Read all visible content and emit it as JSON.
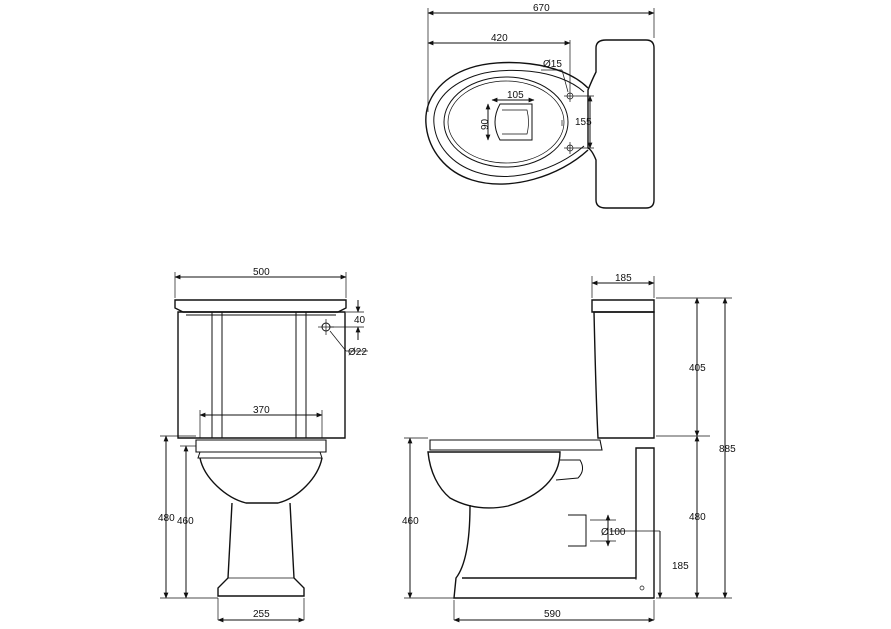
{
  "dimensions": {
    "top_overall": "670",
    "top_bowl": "420",
    "top_hole_dia": "Ø15",
    "top_outlet_w": "105",
    "top_outlet_h": "90",
    "top_hole_spacing": "155",
    "front_cistern_w": "500",
    "front_inlet_h": "40",
    "front_inlet_dia": "Ø22",
    "front_seat_w": "370",
    "front_height_480": "480",
    "front_height_460": "460",
    "front_base_w": "255",
    "side_cistern_depth": "185",
    "side_cistern_h": "405",
    "side_overall_h": "885",
    "side_height_480": "480",
    "side_height_460": "460",
    "side_outlet_dia": "Ø100",
    "side_outlet_h": "185",
    "side_depth": "590"
  }
}
